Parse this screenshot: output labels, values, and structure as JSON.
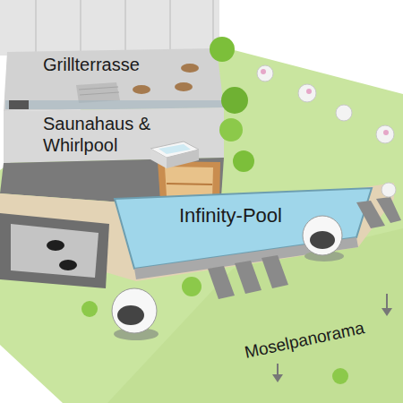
{
  "diagram": {
    "labels": [
      "Grillterrasse",
      "Saunahaus & Whirlpool",
      "Infinity-Pool",
      "Moselpanorama"
    ]
  }
}
